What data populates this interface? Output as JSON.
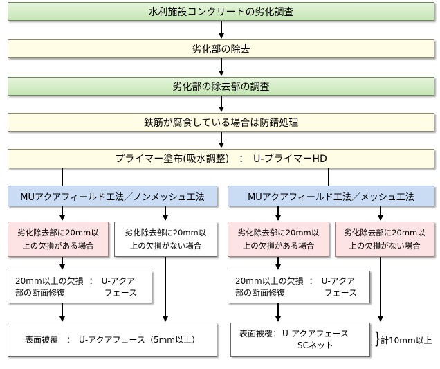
{
  "steps": {
    "survey": "水利施設コンクリートの劣化調査",
    "removal": "劣化部の除去",
    "removal_survey": "劣化部の除去部の調査",
    "rust_treatment": "鉄筋が腐食している場合は防錆処理",
    "primer": "プライマー塗布(吸水調整)　：　U-プライマーHD"
  },
  "methods": {
    "non_mesh": "MUアクアフィールド工法／ノンメッシュ工法",
    "mesh": "MUアクアフィールド工法／メッシュ工法"
  },
  "conditions": {
    "has_loss": "劣化除去部に20mm以上の欠損がある場合",
    "no_loss": "劣化除去部に20mm以上の欠損がない場合"
  },
  "repair": {
    "label_line1": "20mm以上の欠損",
    "label_line2": "部の断面修復",
    "sep": "：",
    "material_line1": "U-アクア",
    "material_line2": "フェース"
  },
  "finish": {
    "left": "表面被覆　：　U-アクアフェース（5mm以上）",
    "right_label": "表面被覆：",
    "right_line1": "U-アクアフェース",
    "right_line2": "SCネット",
    "brace": "}",
    "total": "計10mm以上"
  }
}
